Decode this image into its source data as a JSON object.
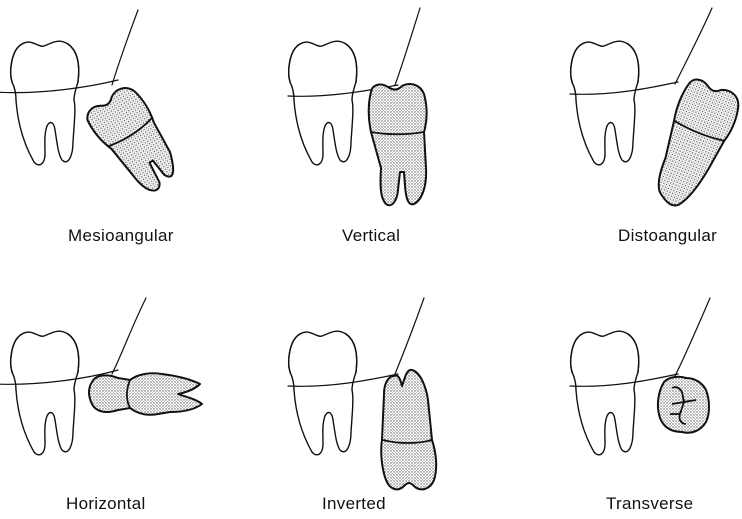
{
  "labels": {
    "mesioangular": "Mesioangular",
    "vertical": "Vertical",
    "distoangular": "Distoangular",
    "horizontal": "Horizontal",
    "inverted": "Inverted",
    "transverse": "Transverse"
  }
}
